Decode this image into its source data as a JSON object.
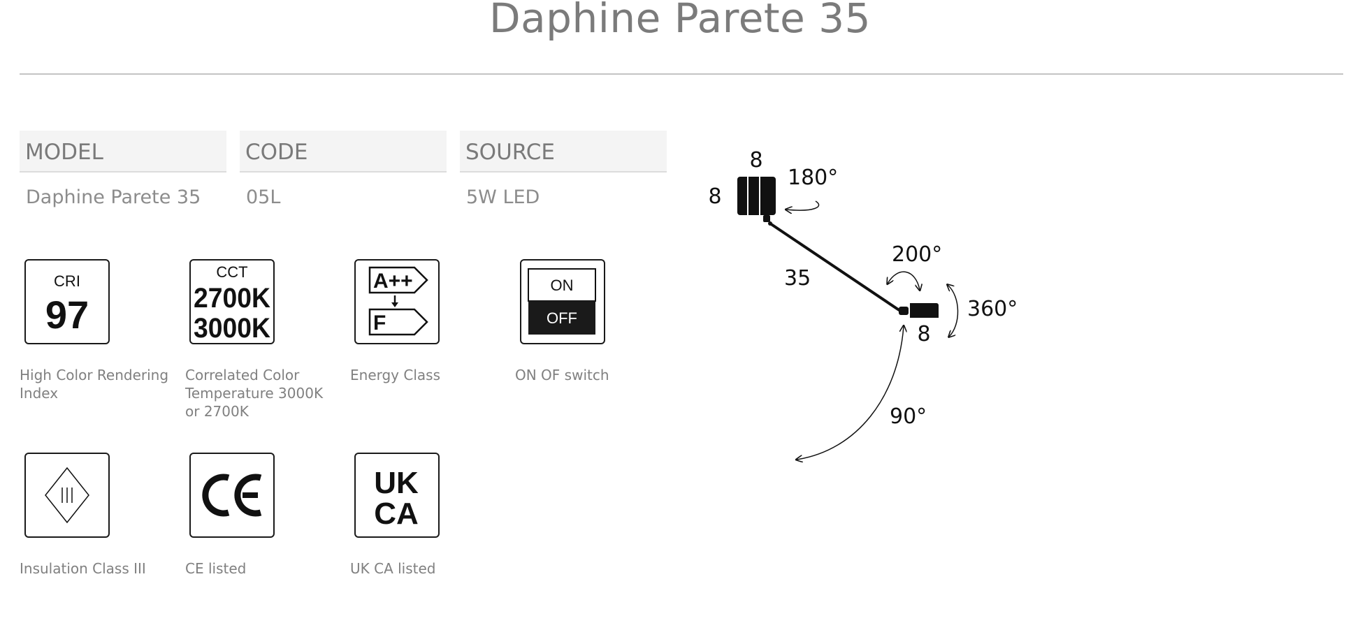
{
  "page": {
    "title": "Daphine Parete 35"
  },
  "specs": [
    {
      "header": "MODEL",
      "value": "Daphine Parete 35"
    },
    {
      "header": "CODE",
      "value": "05L"
    },
    {
      "header": "SOURCE",
      "value": "5W LED"
    }
  ],
  "icons": {
    "cri": {
      "label": "CRI",
      "value": "97",
      "caption": "High Color Rendering Index"
    },
    "cct": {
      "label": "CCT",
      "value1": "2700K",
      "value2": "3000K",
      "caption": "Correlated Color Temperature 3000K or 2700K"
    },
    "energy": {
      "top": "A++",
      "bottom": "F",
      "caption": "Energy Class"
    },
    "switch": {
      "on": "ON",
      "off": "OFF",
      "caption": "ON OF switch"
    },
    "insulation": {
      "caption": "Insulation Class III"
    },
    "ce": {
      "caption": "CE listed"
    },
    "ukca": {
      "line1": "UK",
      "line2": "CA",
      "caption": "UK CA listed"
    }
  },
  "diagram": {
    "base_top": "8",
    "base_left": "8",
    "angle_base": "180°",
    "arm_length": "35",
    "angle_head": "200°",
    "angle_rotate": "360°",
    "head_size": "8",
    "angle_tilt": "90°"
  }
}
